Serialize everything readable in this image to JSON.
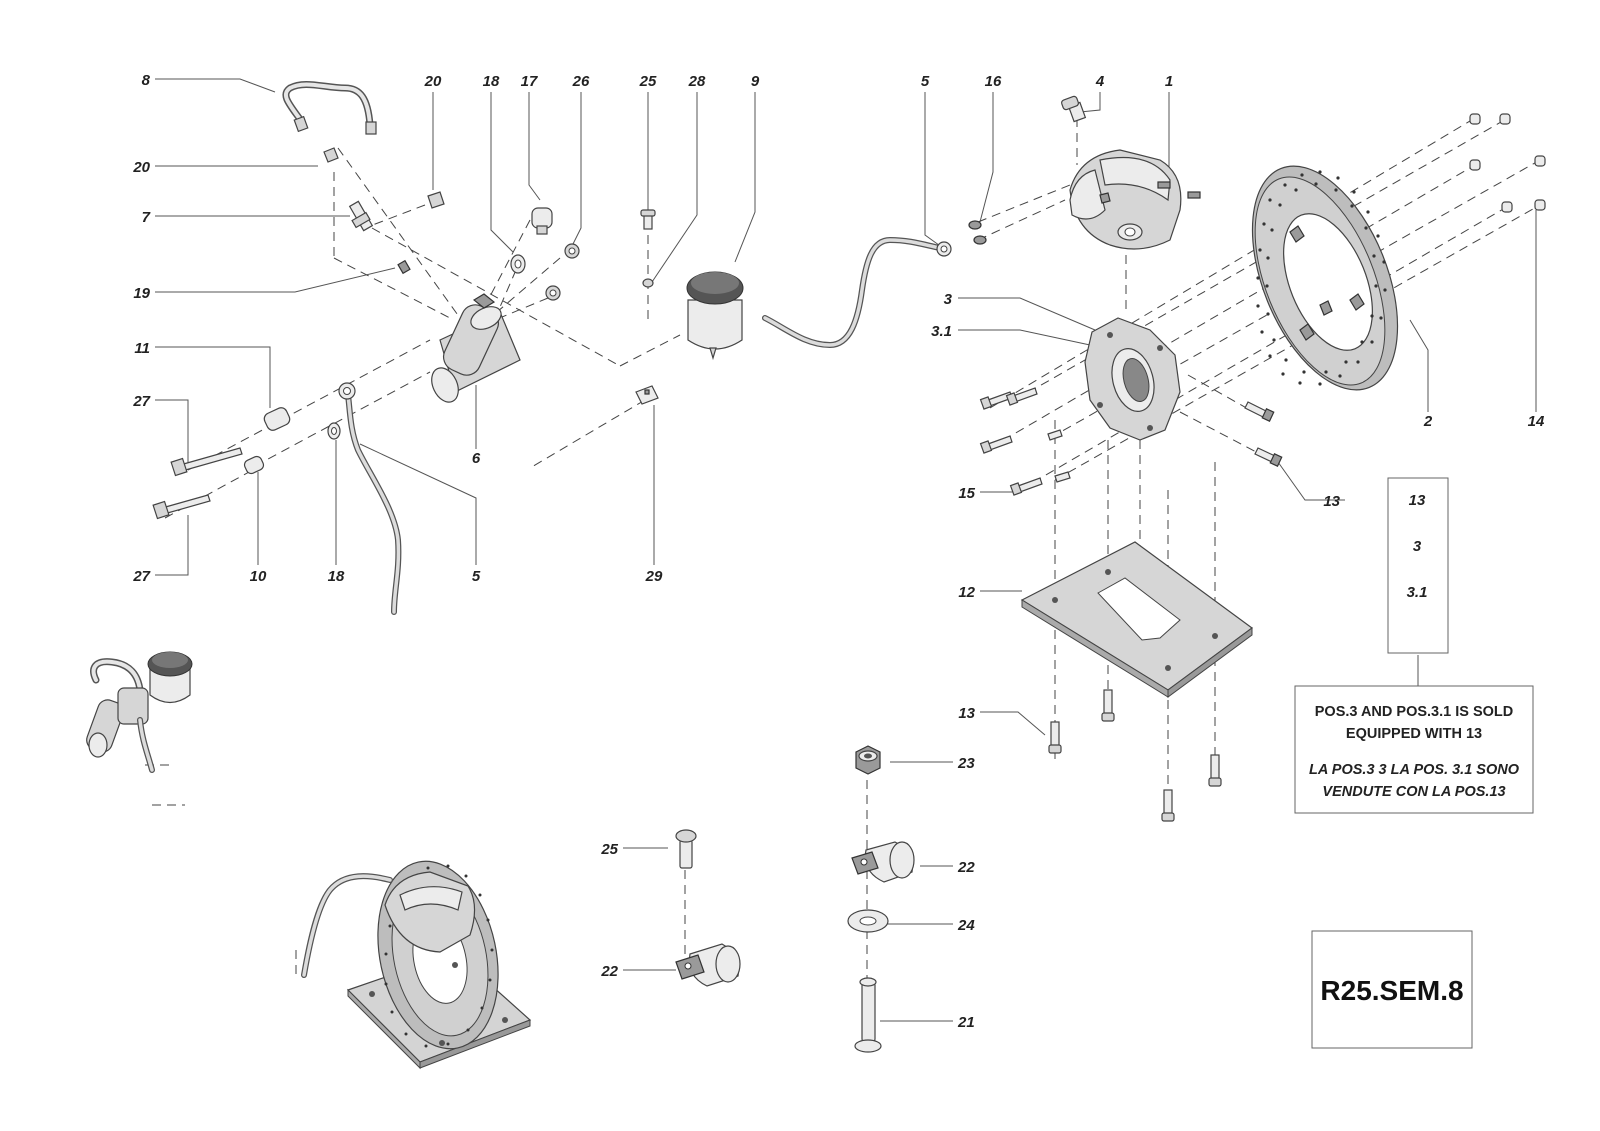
{
  "drawing_code": "R25.SEM.8",
  "note": {
    "line1": "POS.3 AND POS.3.1 IS SOLD",
    "line2": "EQUIPPED WITH 13",
    "line3": "LA POS.3 3 LA POS. 3.1  SONO",
    "line4": "VENDUTE CON LA POS.13"
  },
  "legend_box": [
    "13",
    "3",
    "3.1"
  ],
  "labels": {
    "p8": "8",
    "p20a": "20",
    "p7": "7",
    "p19": "19",
    "p11": "11",
    "p27a": "27",
    "p27b": "27",
    "p10": "10",
    "p18b": "18",
    "p5b": "5",
    "p6": "6",
    "p20b": "20",
    "p18a": "18",
    "p17": "17",
    "p26": "26",
    "p25a": "25",
    "p28": "28",
    "p9": "9",
    "p29": "29",
    "p5a": "5",
    "p16": "16",
    "p4": "4",
    "p1": "1",
    "p3": "3",
    "p31": "3.1",
    "p2": "2",
    "p14": "14",
    "p15": "15",
    "p13a": "13",
    "p12": "12",
    "p13b": "13",
    "p23": "23",
    "p22a": "22",
    "p24": "24",
    "p21": "21",
    "p25b": "25",
    "p22b": "22"
  }
}
